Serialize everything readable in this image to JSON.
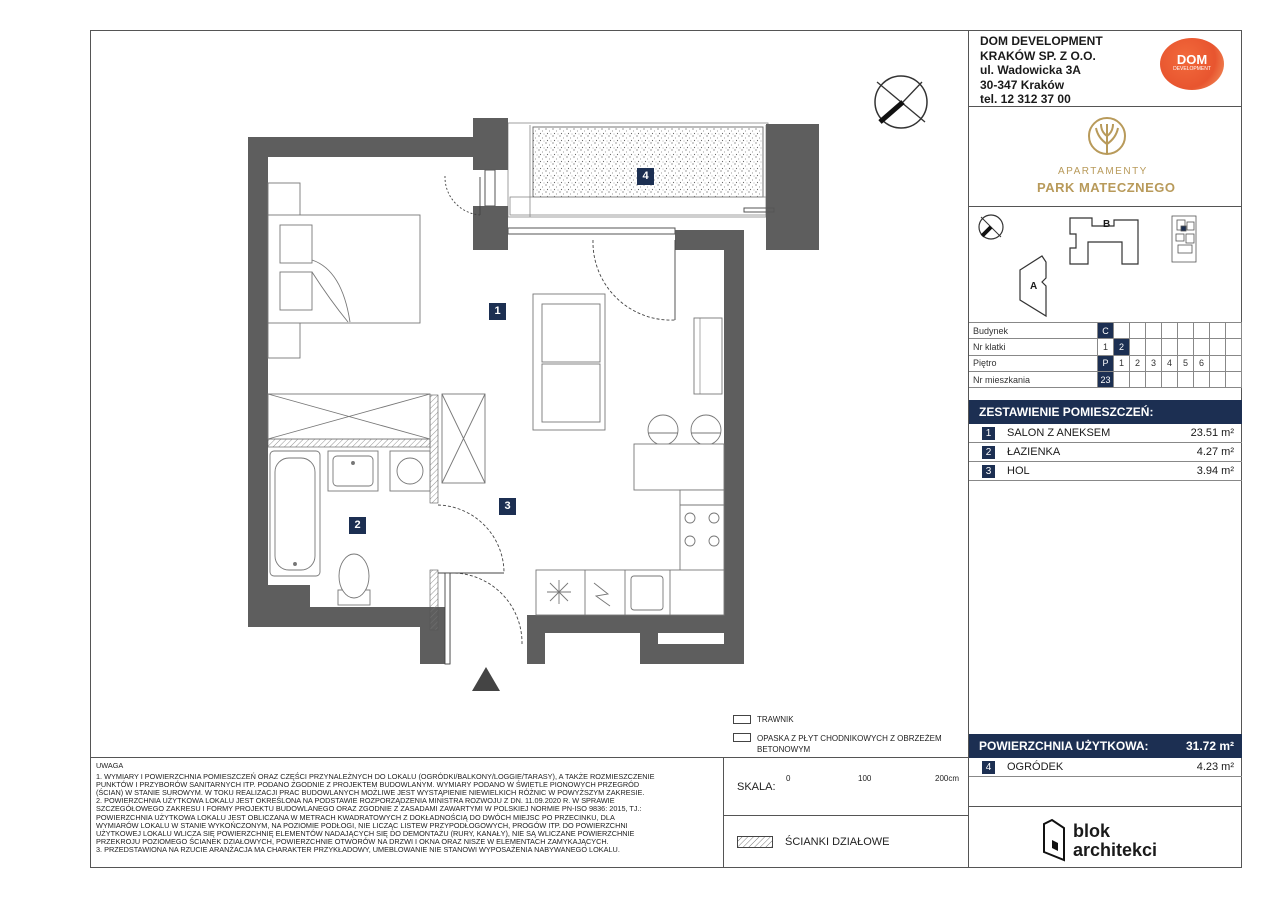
{
  "developer": {
    "name_line1": "DOM DEVELOPMENT",
    "name_line2": "KRAKÓW SP. Z O.O.",
    "street": "ul. Wadowicka 3A",
    "city": "30-347 Kraków",
    "phone": "tel. 12 312 37 00",
    "logo_text": "DOM",
    "logo_subtext": "DEVELOPMENT"
  },
  "project": {
    "line1": "APARTAMENTY",
    "line2": "PARK MATECZNEGO"
  },
  "site_plan": {
    "building_a": "A",
    "building_b": "B"
  },
  "info_table": {
    "rows": [
      {
        "label": "Budynek",
        "cells": [
          "C",
          "",
          "",
          "",
          "",
          "",
          "",
          "",
          ""
        ],
        "selected": [
          0
        ]
      },
      {
        "label": "Nr klatki",
        "cells": [
          "1",
          "2",
          "",
          "",
          "",
          "",
          "",
          "",
          ""
        ],
        "selected": [
          1
        ]
      },
      {
        "label": "Piętro",
        "cells": [
          "P",
          "1",
          "2",
          "3",
          "4",
          "5",
          "6",
          "",
          ""
        ],
        "selected": [
          0
        ]
      },
      {
        "label": "Nr mieszkania",
        "cells": [
          "23",
          "",
          "",
          "",
          "",
          "",
          "",
          "",
          ""
        ],
        "selected": [
          0
        ]
      }
    ]
  },
  "rooms": {
    "header": "ZESTAWIENIE POMIESZCZEŃ:",
    "items": [
      {
        "num": "1",
        "name": "SALON Z ANEKSEM",
        "area": "23.51 m²"
      },
      {
        "num": "2",
        "name": "ŁAZIENKA",
        "area": "4.27 m²"
      },
      {
        "num": "3",
        "name": "HOL",
        "area": "3.94 m²"
      }
    ]
  },
  "usable": {
    "label": "POWIERZCHNIA UŻYTKOWA:",
    "value": "31.72 m²"
  },
  "garden": {
    "num": "4",
    "name": "OGRÓDEK",
    "area": "4.23 m²"
  },
  "plan_labels": {
    "r1": "1",
    "r2": "2",
    "r3": "3",
    "r4": "4"
  },
  "legend": {
    "lawn": "TRAWNIK",
    "paving_line1": "OPASKA Z PŁYT CHODNIKOWYCH Z OBRZEŻEM",
    "paving_line2": "BETONOWYM",
    "scale_label": "SKALA:",
    "scale_0": "0",
    "scale_100": "100",
    "scale_200": "200cm",
    "partitions": "ŚCIANKI DZIAŁOWE"
  },
  "notes": {
    "title": "UWAGA",
    "lines": [
      "1. WYMIARY I POWIERZCHNIA POMIESZCZEŃ ORAZ CZĘŚCI PRZYNALEŻNYCH DO LOKALU (OGRÓDKI/BALKONY/LOGGIE/TARASY), A TAKŻE ROZMIESZCZENIE",
      "PUNKTÓW I PRZYBORÓW SANITARNYCH ITP. PODANO ZGODNIE Z PROJEKTEM BUDOWLANYM. WYMIARY PODANO W ŚWIETLE PIONOWYCH PRZEGRÓD",
      "(ŚCIAN) W STANIE SUROWYM. W TOKU REALIZACJI PRAC BUDOWLANYCH MOŻLIWE JEST WYSTĄPIENIE NIEWIELKICH RÓŻNIC W POWYŻSZYM ZAKRESIE.",
      "2. POWIERZCHNIA UŻYTKOWA LOKALU JEST OKREŚLONA NA PODSTAWIE ROZPORZĄDZENIA MINISTRA ROZWOJU Z DN. 11.09.2020 R. W SPRAWIE",
      "SZCZEGÓŁOWEGO ZAKRESU I FORMY PROJEKTU BUDOWLANEGO ORAZ ZGODNIE Z ZASADAMI ZAWARTYMI W POLSKIEJ NORMIE PN-ISO 9836: 2015, TJ.:",
      "POWIERZCHNIA UŻYTKOWA LOKALU JEST OBLICZANA W METRACH KWADRATOWYCH Z DOKŁADNOŚCIĄ DO DWÓCH MIEJSC PO PRZECINKU, DLA",
      "WYMIARÓW LOKALU W STANIE WYKOŃCZONYM, NA POZIOMIE PODŁOGI, NIE LICZĄC LISTEW PRZYPODŁOGOWYCH, PROGÓW ITP. DO POWIERZCHNI",
      "UŻYTKOWEJ LOKALU WLICZA SIĘ POWIERZCHNIĘ ELEMENTÓW NADAJĄCYCH SIĘ DO DEMONTAŻU (RURY, KANAŁY), NIE SĄ WLICZANE POWIERZCHNIE",
      "PRZEKROJU POZIOMEGO ŚCIANEK DZIAŁOWYCH, POWIERZCHNIE OTWORÓW NA DRZWI I OKNA ORAZ NISZE W ELEMENTACH ZAMYKAJĄCYCH.",
      "3. PRZEDSTAWIONA NA RZUCIE ARANŻACJA MA CHARAKTER PRZYKŁADOWY, UMEBLOWANIE NIE STANOWI WYPOSAŻENIA NABYWANEGO LOKALU."
    ]
  },
  "architect": {
    "line1": "blok",
    "line2": "architekci"
  },
  "colors": {
    "navy": "#1c2f52",
    "wall": "#5e5e5e",
    "accent": "#e8552f",
    "gold": "#b89a5a"
  }
}
